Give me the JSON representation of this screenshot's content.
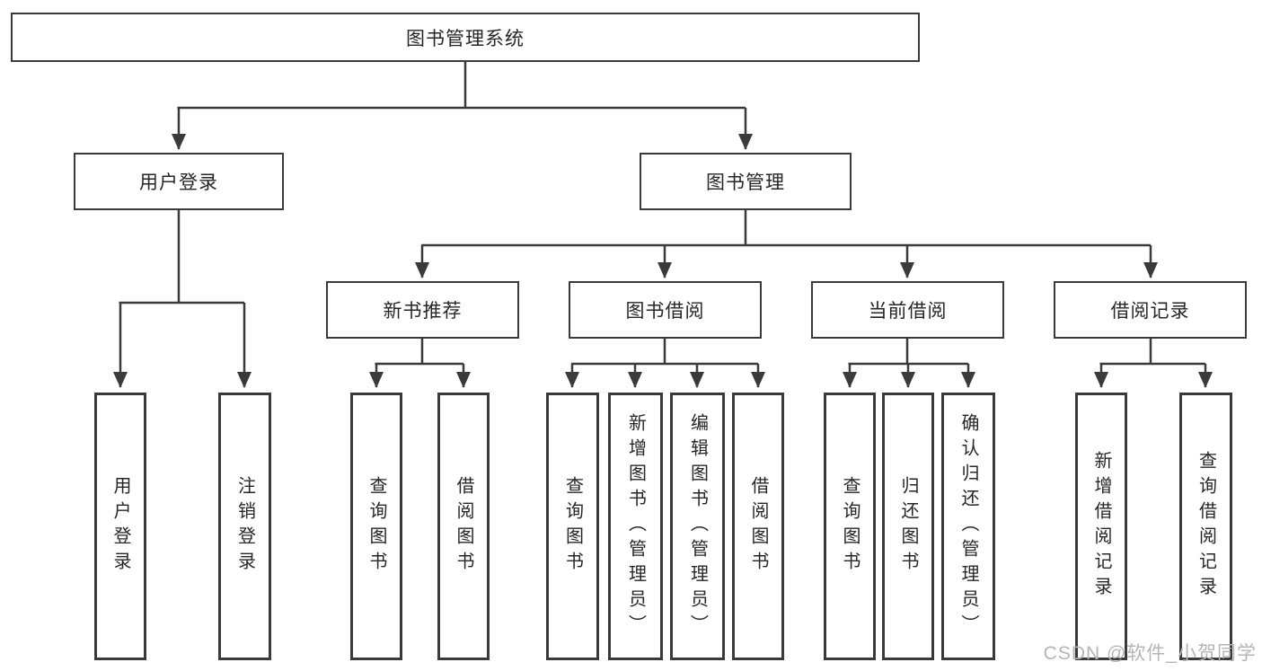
{
  "diagram": {
    "root": {
      "label": "图书管理系统"
    },
    "level2": [
      {
        "label": "用户登录"
      },
      {
        "label": "图书管理"
      }
    ],
    "level3": [
      {
        "label": "新书推荐"
      },
      {
        "label": "图书借阅"
      },
      {
        "label": "当前借阅"
      },
      {
        "label": "借阅记录"
      }
    ],
    "leaves": {
      "user": [
        "用户登录",
        "注销登录"
      ],
      "recommend": [
        "查询图书",
        "借阅图书"
      ],
      "borrow": [
        "查询图书",
        "新增图书（管理员）",
        "编辑图书（管理员）",
        "借阅图书"
      ],
      "current": [
        "查询图书",
        "归还图书",
        "确认归还（管理员）"
      ],
      "records": [
        "新增借阅记录",
        "查询借阅记录"
      ]
    }
  },
  "watermark": {
    "text": "CSDN @软件_小贺同学"
  },
  "colors": {
    "line": "#3a3a3a",
    "box_border": "#3a3a3a",
    "box_fill": "#ffffff",
    "text": "#262626",
    "watermark": "#b5b5b5",
    "background": "#ffffff"
  }
}
